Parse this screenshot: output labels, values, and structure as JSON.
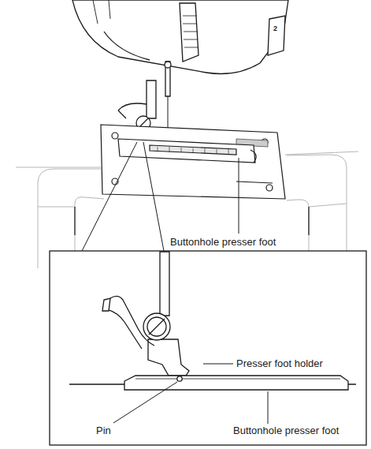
{
  "diagram": {
    "labels": [
      "2",
      "Buttonhole presser foot",
      "Presser foot holder",
      "Pin",
      "Buttonhole presser foot"
    ]
  }
}
